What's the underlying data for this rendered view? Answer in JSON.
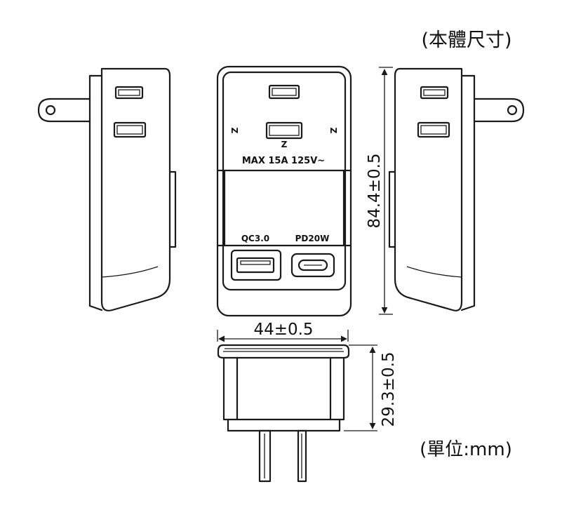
{
  "title": "(本體尺寸)",
  "unit_note": "(單位:mm)",
  "dimensions": {
    "height": "84.4±0.5",
    "width": "44±0.5",
    "depth": "29.3±0.5"
  },
  "front_labels": {
    "rating": "MAX 15A 125V~",
    "port_left": "QC3.0",
    "port_right": "PD20W",
    "n_mark": "Z"
  },
  "colors": {
    "line": "#1a1a1a",
    "background": "#ffffff"
  }
}
